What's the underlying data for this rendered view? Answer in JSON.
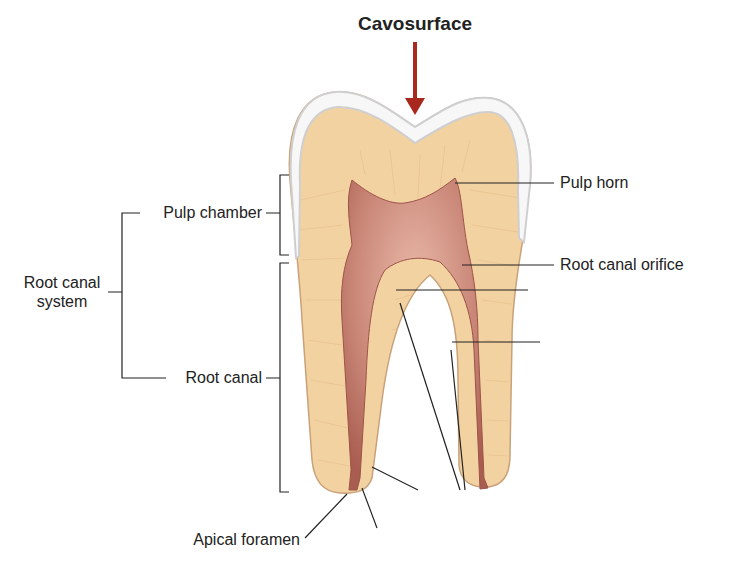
{
  "diagram": {
    "labels": [
      "Cavosurface",
      "Pulp horn",
      "Root canal orifice",
      "Pulp chamber",
      "Root canal system",
      "Root canal",
      "Apical foramen"
    ]
  }
}
